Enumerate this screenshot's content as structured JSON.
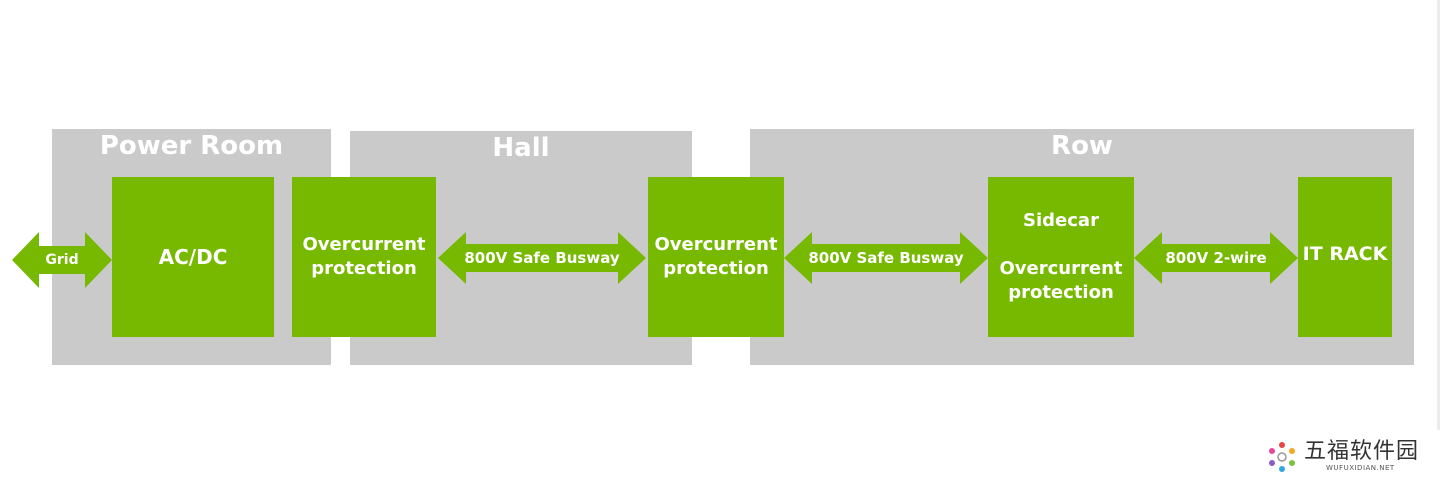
{
  "zones": {
    "power_room": "Power Room",
    "hall": "Hall",
    "row": "Row"
  },
  "blocks": {
    "acdc": "AC/DC",
    "ocp1": [
      "Overcurrent",
      "protection"
    ],
    "ocp2": [
      "Overcurrent",
      "protection"
    ],
    "sidecar": {
      "title": "Sidecar",
      "lines": [
        "Overcurrent",
        "protection"
      ]
    },
    "it_rack": "IT RACK"
  },
  "arrows": {
    "grid": "Grid",
    "busway1": "800V Safe Busway",
    "busway2": "800V Safe Busway",
    "two_wire": "800V 2-wire"
  },
  "watermark": {
    "cn": "五福软件园",
    "en": "WUFUXIDIAN.NET"
  },
  "colors": {
    "accent_green": "#76b900",
    "zone_gray": "#cacaca",
    "text_white": "#ffffff"
  }
}
